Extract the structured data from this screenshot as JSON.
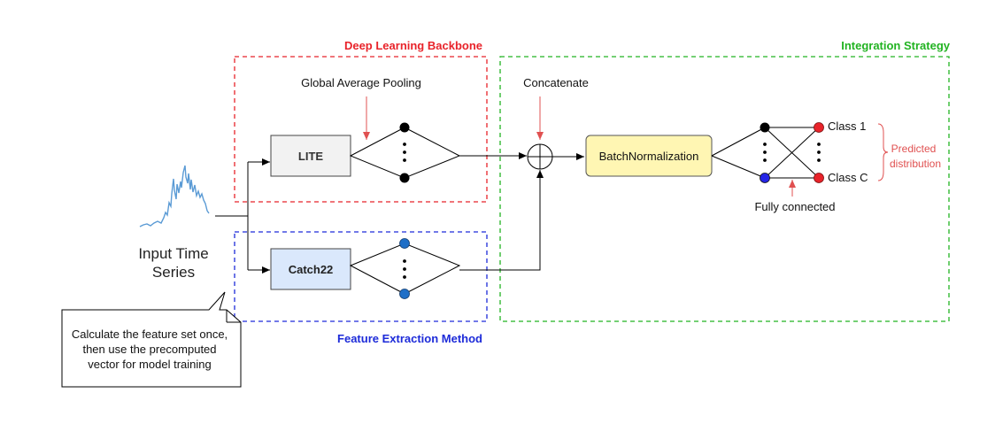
{
  "input": {
    "label_line1": "Input Time",
    "label_line2": "Series"
  },
  "backbone": {
    "title": "Deep Learning Backbone",
    "pooling_label": "Global Average Pooling",
    "model": "LITE"
  },
  "feature_method": {
    "title": "Feature Extraction Method",
    "model": "Catch22"
  },
  "integration": {
    "title": "Integration Strategy",
    "concat_label": "Concatenate",
    "batchnorm_label": "BatchNormalization",
    "fc_label": "Fully connected",
    "class_first": "Class 1",
    "class_last": "Class C",
    "predicted_line1": "Predicted",
    "predicted_line2": "distribution"
  },
  "note": {
    "line1": "Calculate the feature set once,",
    "line2": "then use the precomputed",
    "line3": "vector for model training"
  },
  "colors": {
    "backbone": "#e8232a",
    "feature": "#1d2bd9",
    "integration": "#22b322",
    "annotation": "#e05050",
    "lite_fill": "#f2f2f2",
    "catch22_fill": "#dae8fc",
    "batchnorm_fill": "#fff6b3",
    "blue_node": "#1f6fc7",
    "class_node": "#e8232a",
    "fc_blue_node": "#2525e6",
    "series": "#5b9bd5"
  }
}
